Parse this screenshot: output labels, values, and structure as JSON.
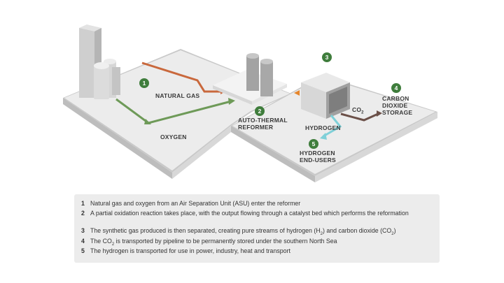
{
  "labels": {
    "natural_gas": "NATURAL GAS",
    "oxygen": "OXYGEN",
    "reformer_1": "AUTO-THERMAL",
    "reformer_2": "REFORMER",
    "hydrogen": "HYDROGEN",
    "co2_prefix": "CO",
    "co2_sub": "2",
    "storage_1": "CARBON",
    "storage_2": "DIOXIDE",
    "storage_3": "STORAGE",
    "end_users_1": "HYDROGEN",
    "end_users_2": "END-USERS"
  },
  "badges": [
    "1",
    "2",
    "3",
    "4",
    "5"
  ],
  "legend": [
    {
      "num": "1",
      "text": "Natural gas and oxygen from an Air Separation Unit (ASU) enter the reformer"
    },
    {
      "num": "2",
      "text": "A partial oxidation reaction takes place, with the output flowing through a catalyst bed which performs the reformation"
    },
    {
      "num": "3",
      "pre": "The synthetic gas produced is then separated, creating pure streams of hydrogen (H",
      "sub1": "2",
      "mid": ") and carbon dioxide (CO",
      "sub2": "2",
      "post": ")"
    },
    {
      "num": "4",
      "pre": "The CO",
      "sub1": "2",
      "post": " is transported by pipeline to be permanently stored under the southern North Sea"
    },
    {
      "num": "5",
      "text": "The hydrogen is transported for use in power, industry, heat and transport"
    }
  ],
  "colors": {
    "natural_gas_pipe": "#c9683c",
    "oxygen_pipe": "#6e9a58",
    "co2_pipe": "#6b5048",
    "hydrogen_pipe": "#7fd0d8",
    "badge": "#3f7d3c",
    "platform": "#ebebeb"
  }
}
